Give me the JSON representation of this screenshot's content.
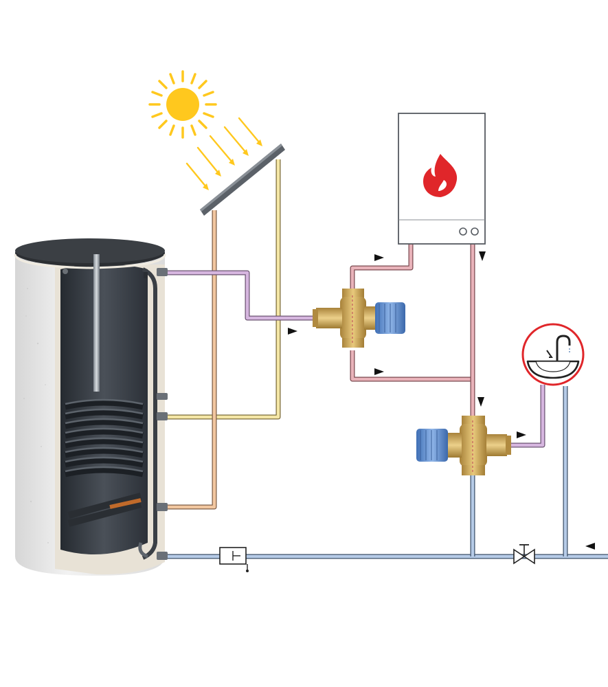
{
  "diagram": {
    "components": [
      {
        "id": "sun",
        "icon": "sun-icon"
      },
      {
        "id": "solar-collector",
        "icon": "solar-panel-icon"
      },
      {
        "id": "storage-tank",
        "icon": "boiler-tank-icon"
      },
      {
        "id": "gas-boiler",
        "icon": "flame-icon"
      },
      {
        "id": "diverter-valve",
        "icon": "three-way-valve-icon"
      },
      {
        "id": "mixing-valve",
        "icon": "thermostatic-mixing-valve-icon"
      },
      {
        "id": "sink",
        "icon": "sink-faucet-icon"
      },
      {
        "id": "check-valve",
        "icon": "non-return-valve-icon"
      },
      {
        "id": "shutoff-valve",
        "icon": "shutoff-valve-icon"
      }
    ],
    "colors": {
      "solar_loop": "#f5e7a6",
      "solar_return": "#f2c7a0",
      "hot_water": "#e9b3ba",
      "warm_water": "#d6b6df",
      "cold_water": "#b6cbe7",
      "sun": "#ffc81e",
      "flame": "#e0262a",
      "valve_brass": "#d1ad5e",
      "valve_knob": "#5f8fd0",
      "arrow": "#111111"
    }
  }
}
